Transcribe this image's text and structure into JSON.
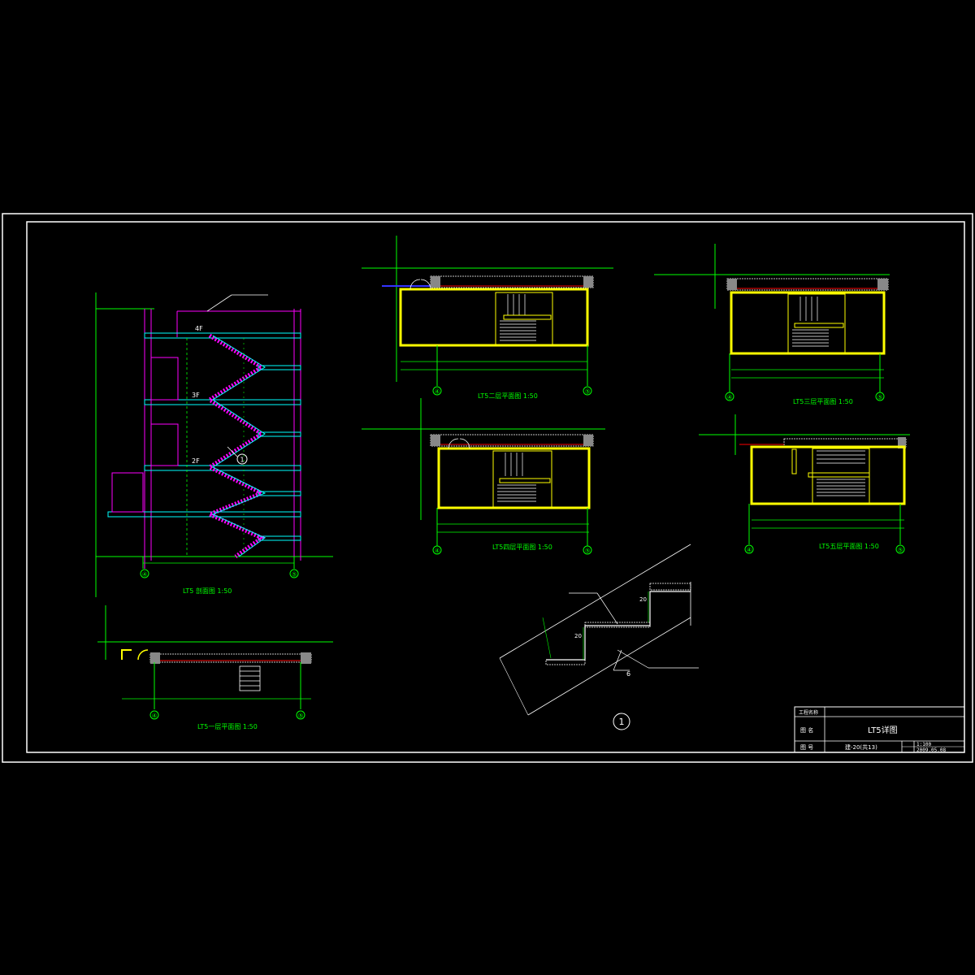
{
  "colors": {
    "background": "#000000",
    "frame": "#ffffff",
    "wall": "#ffff00",
    "stair": "#ff00ff",
    "slab": "#00ffff",
    "dimension": "#00ff00",
    "text": "#00ff00",
    "axis": "#00ff00",
    "accent_red": "#ff0000",
    "accent_blue": "#3333ff",
    "hatch": "#ffffff"
  },
  "section": {
    "title": "LT5 剖面图 1:50",
    "floor_labels": [
      "4F",
      "3F",
      "2F"
    ],
    "axis_left": "④",
    "axis_right": "⑤",
    "detail_marker": "1"
  },
  "plans": {
    "plan_2": {
      "title": "LT5二层平面图 1:50",
      "axis_left": "④",
      "axis_right": "⑤"
    },
    "plan_3": {
      "title": "LT5三层平面图 1:50",
      "axis_left": "④",
      "axis_right": "⑤"
    },
    "plan_4": {
      "title": "LT5四层平面图 1:50",
      "axis_left": "④",
      "axis_right": "⑤"
    },
    "plan_5": {
      "title": "LT5五层平面图 1:50",
      "axis_left": "④",
      "axis_right": "⑤"
    },
    "plan_1": {
      "title": "LT5一层平面图 1:50",
      "axis_left": "④",
      "axis_right": "⑤"
    }
  },
  "detail": {
    "marker": "1",
    "tag": "6",
    "dims": [
      "20",
      "20"
    ]
  },
  "title_block": {
    "project_label": "工程名称",
    "drawing_label": "图 名",
    "drawing_name": "LT5详图",
    "number_label": "图 号",
    "number_value": "建-20(共13)",
    "scale_value": "1:100",
    "date_value": "2009.05.08"
  }
}
